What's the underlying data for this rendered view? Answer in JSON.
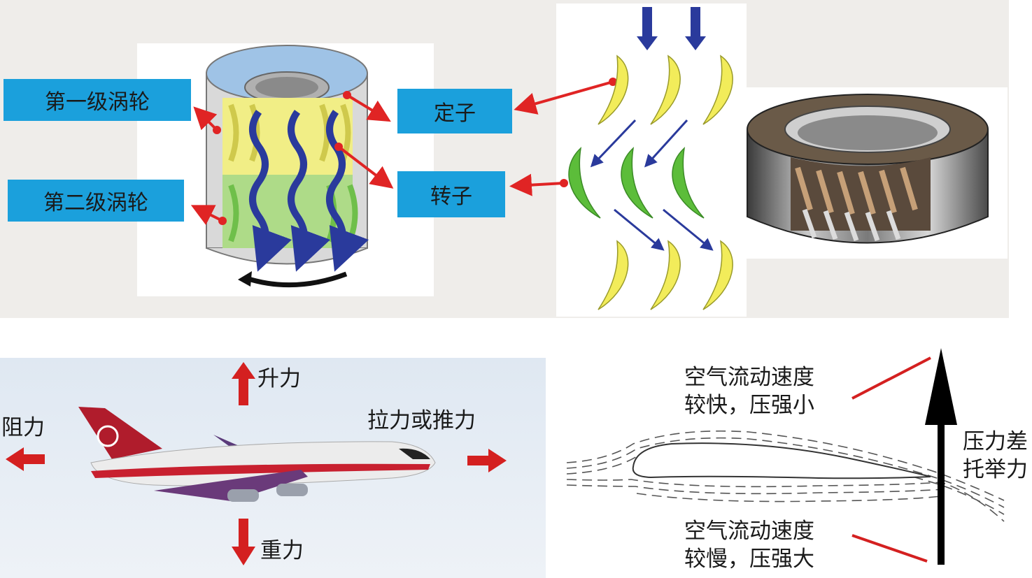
{
  "turbine": {
    "first_stage_label": "第一级涡轮",
    "second_stage_label": "第二级涡轮",
    "stator_label": "定子",
    "rotor_label": "转子"
  },
  "airplane": {
    "lift_label": "升力",
    "drag_label": "阻力",
    "thrust_label": "拉力或推力",
    "gravity_label": "重力"
  },
  "airfoil": {
    "top_text_line1": "空气流动速度",
    "top_text_line2": "较快，压强小",
    "bottom_text_line1": "空气流动速度",
    "bottom_text_line2": "较慢，压强大",
    "pressure_line1": "压力差",
    "pressure_line2": "托举力"
  },
  "colors": {
    "label_box": "#1ba0dc",
    "arrow_red": "#e02424",
    "flow_blue": "#2a3a9c",
    "blade_yellow": "#f2ec5a",
    "blade_green": "#5cbd3a"
  }
}
